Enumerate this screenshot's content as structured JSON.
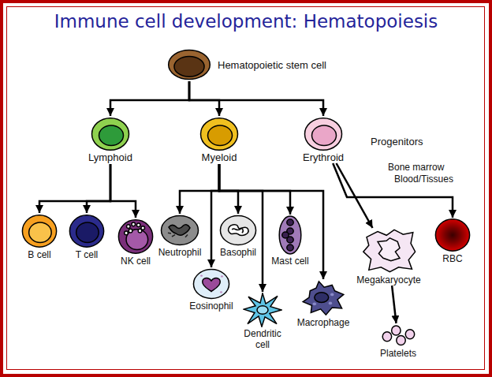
{
  "diagram": {
    "title": "Immune cell development: Hematopoiesis",
    "nodes": [
      {
        "text": [
          "Hematopoietic stem cell"
        ]
      },
      {
        "text": [
          "Lymphoid"
        ]
      },
      {
        "text": [
          "Myeloid"
        ]
      },
      {
        "text": [
          "Erythroid"
        ]
      },
      {
        "text": [
          "B cell"
        ]
      },
      {
        "text": [
          "T cell"
        ]
      },
      {
        "text": [
          "NK cell"
        ]
      },
      {
        "text": [
          "Neutrophil"
        ]
      },
      {
        "text": [
          "Basophil"
        ]
      },
      {
        "text": [
          "Mast cell"
        ]
      },
      {
        "text": [
          "Eosinophil"
        ]
      },
      {
        "text": [
          "Dendritic cell"
        ]
      },
      {
        "text": [
          "Macrophage"
        ]
      },
      {
        "text": [
          "Megakaryocyte"
        ]
      },
      {
        "text": [
          "RBC"
        ]
      },
      {
        "text": [
          "Platelets"
        ]
      }
    ],
    "edges": [
      {
        "from": 0,
        "to": 1,
        "arrow": "to"
      },
      {
        "from": 0,
        "to": 2,
        "arrow": "to"
      },
      {
        "from": 0,
        "to": 3,
        "arrow": "to"
      },
      {
        "from": 1,
        "to": 4,
        "arrow": "to"
      },
      {
        "from": 1,
        "to": 5,
        "arrow": "to"
      },
      {
        "from": 1,
        "to": 6,
        "arrow": "to"
      },
      {
        "from": 2,
        "to": 7,
        "arrow": "to"
      },
      {
        "from": 2,
        "to": 8,
        "arrow": "to"
      },
      {
        "from": 2,
        "to": 9,
        "arrow": "to"
      },
      {
        "from": 2,
        "to": 10,
        "arrow": "to"
      },
      {
        "from": 2,
        "to": 11,
        "arrow": "to"
      },
      {
        "from": 2,
        "to": 12,
        "arrow": "to"
      },
      {
        "from": 3,
        "to": 13,
        "arrow": "to"
      },
      {
        "from": 3,
        "to": 14,
        "arrow": "to"
      },
      {
        "from": 13,
        "to": 15,
        "arrow": "to"
      }
    ],
    "labels": [
      "Progenitors",
      "Bone marrow",
      "Blood/Tissues"
    ]
  }
}
